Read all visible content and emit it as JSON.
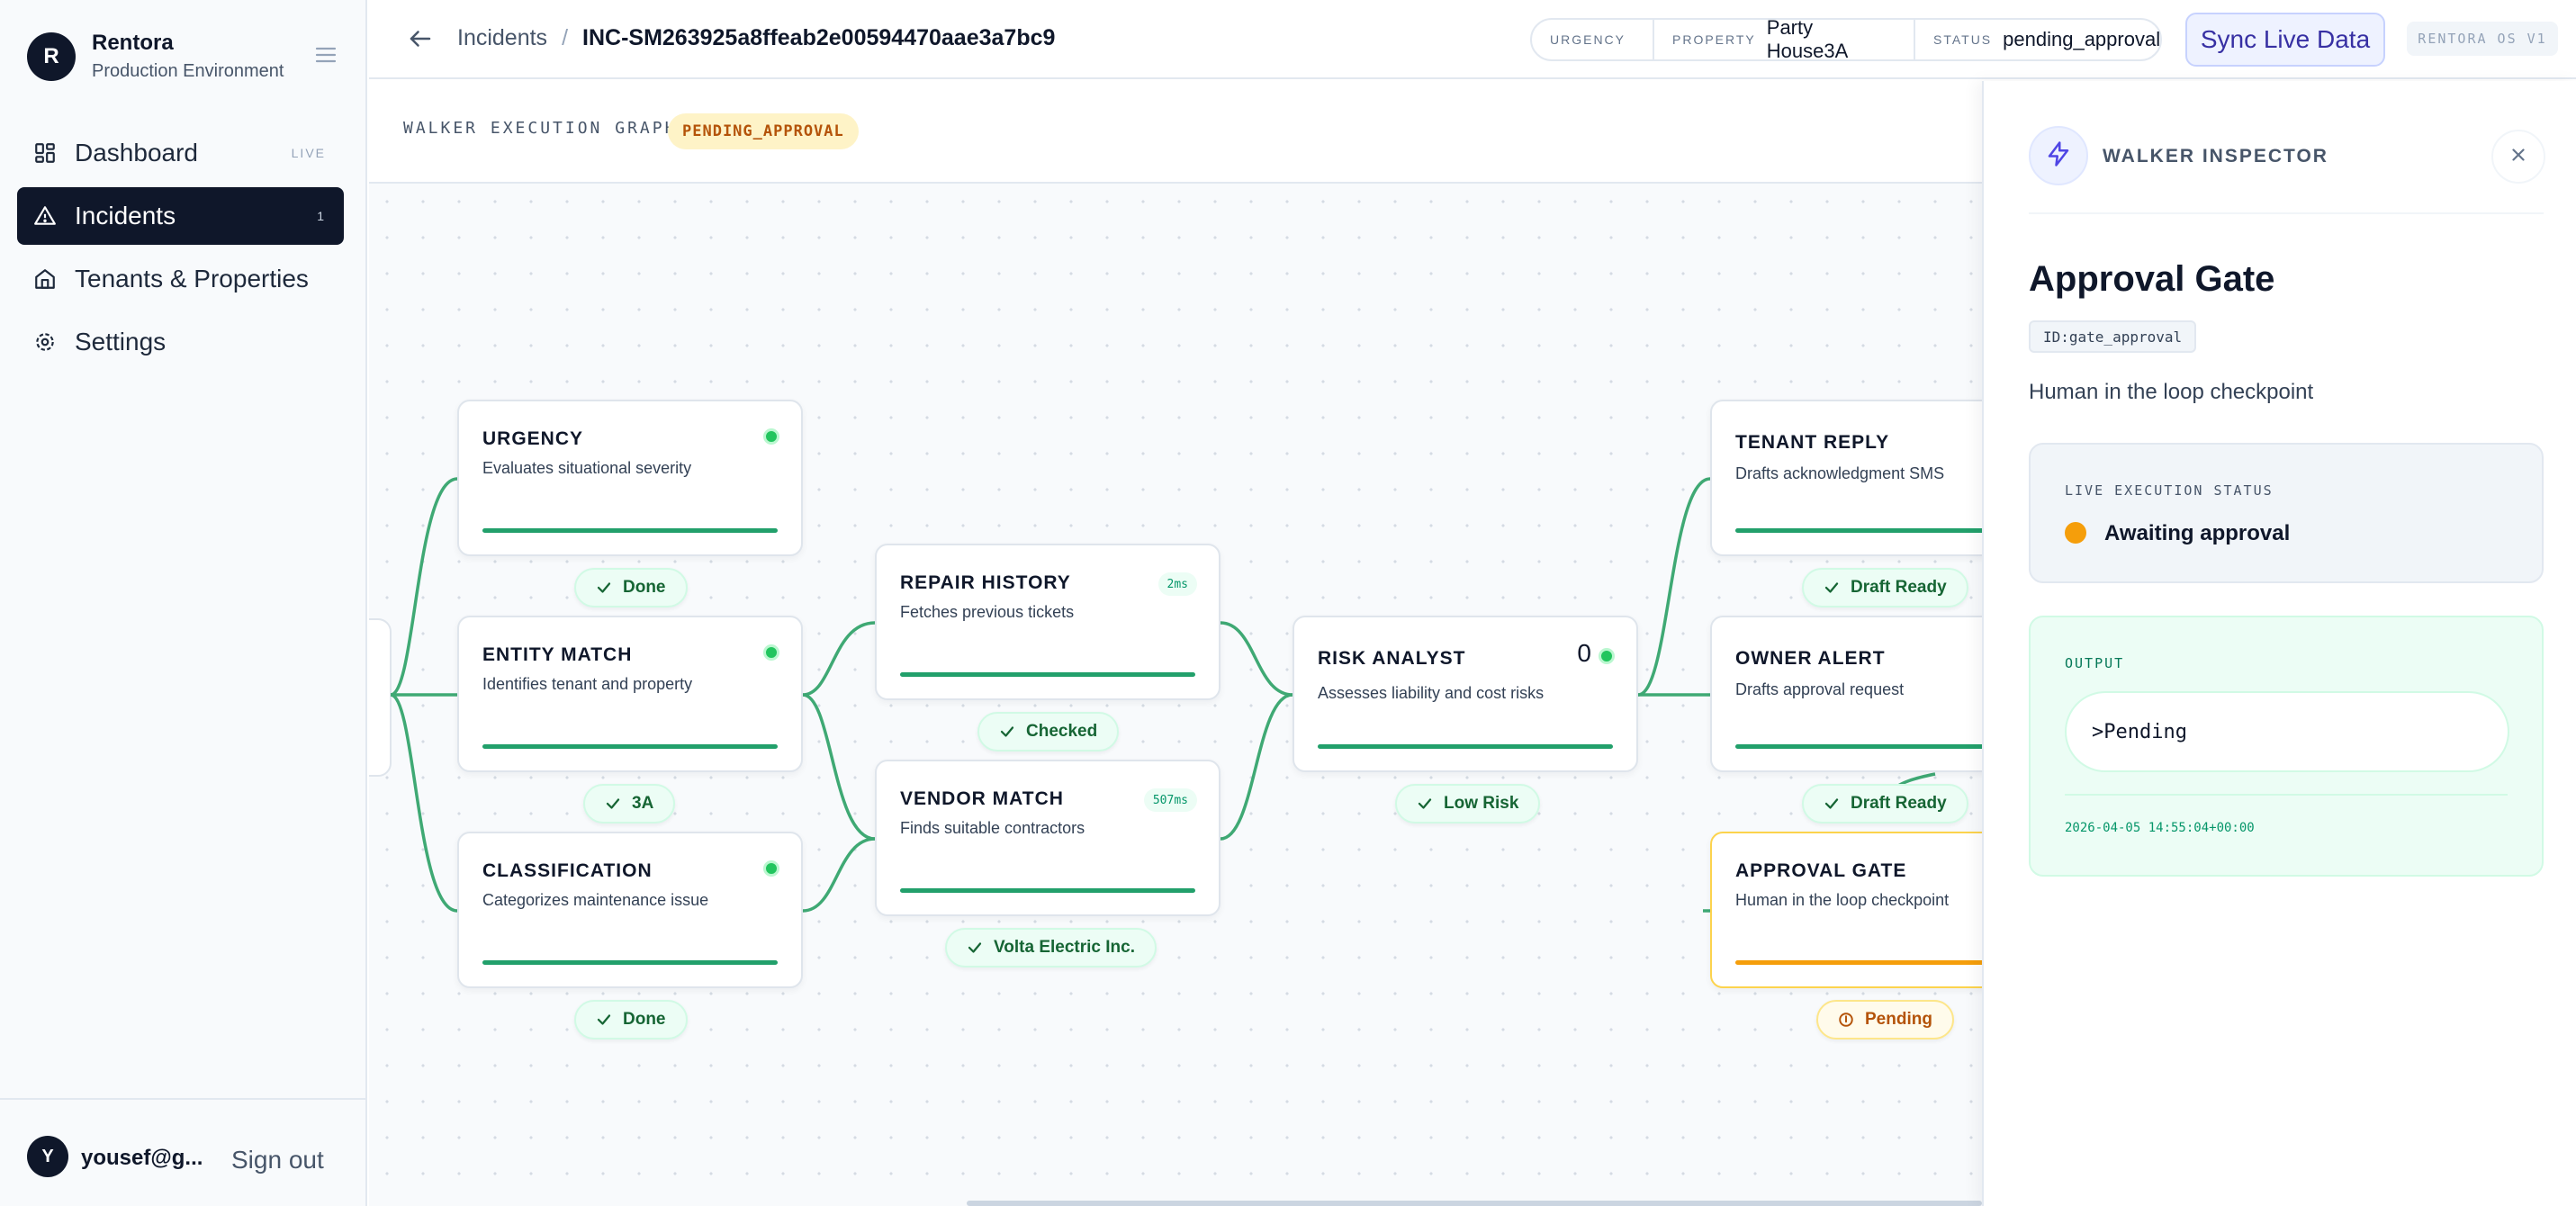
{
  "brand": {
    "initial": "R",
    "name": "Rentora",
    "environment": "Production Environment"
  },
  "nav": [
    {
      "label": "Dashboard",
      "meta": "LIVE",
      "icon": "dashboard-icon"
    },
    {
      "label": "Incidents",
      "meta": "1",
      "icon": "alert-triangle-icon",
      "active": true
    },
    {
      "label": "Tenants & Properties",
      "meta": "",
      "icon": "home-icon"
    },
    {
      "label": "Settings",
      "meta": "",
      "icon": "gear-icon"
    }
  ],
  "user": {
    "initial": "Y",
    "email": "yousef@g...",
    "signout": "Sign out"
  },
  "header": {
    "breadcrumb_root": "Incidents",
    "separator": "/",
    "incident_id": "INC-SM263925a8ffeab2e00594470aae3a7bc9",
    "meta": {
      "urgency_label": "URGENCY",
      "urgency_value": "",
      "property_label": "PROPERTY",
      "property_value": "Party House3A",
      "status_label": "STATUS",
      "status_value": "pending_approval"
    },
    "sync_button": "Sync Live Data",
    "version": "RENTORA OS V1"
  },
  "graph": {
    "title": "WALKER EXECUTION GRAPH",
    "status": "PENDING_APPROVAL",
    "nodes": [
      {
        "title": "URGENCY",
        "desc": "Evaluates situational severity",
        "badge": "Done"
      },
      {
        "title": "ENTITY MATCH",
        "desc": "Identifies tenant and property",
        "badge": "3A"
      },
      {
        "title": "CLASSIFICATION",
        "desc": "Categorizes maintenance issue",
        "badge": "Done"
      },
      {
        "title": "REPAIR HISTORY",
        "desc": "Fetches previous tickets",
        "time": "2ms",
        "badge": "Checked"
      },
      {
        "title": "VENDOR MATCH",
        "desc": "Finds suitable contractors",
        "time": "507ms",
        "badge": "Volta Electric Inc."
      },
      {
        "title": "RISK ANALYST",
        "desc": "Assesses liability and cost risks",
        "count": "0",
        "badge": "Low Risk"
      },
      {
        "title": "TENANT REPLY",
        "desc": "Drafts acknowledgment SMS",
        "badge": "Draft Ready"
      },
      {
        "title": "OWNER ALERT",
        "desc": "Drafts approval request",
        "badge": "Draft Ready"
      },
      {
        "title": "APPROVAL GATE",
        "desc": "Human in the loop checkpoint",
        "badge": "Pending"
      }
    ]
  },
  "inspector": {
    "title": "WALKER INSPECTOR",
    "node_name": "Approval Gate",
    "node_id": "ID:gate_approval",
    "node_desc": "Human in the loop checkpoint",
    "status_label": "LIVE EXECUTION STATUS",
    "status_value": "Awaiting approval",
    "output_label": "OUTPUT",
    "output_value": ">Pending",
    "output_time": "2026-04-05 14:55:04+00:00"
  },
  "colors": {
    "accent": "#0f172a",
    "success": "#22a06b",
    "pending": "#f59e0b",
    "sync": "#3730a3"
  }
}
